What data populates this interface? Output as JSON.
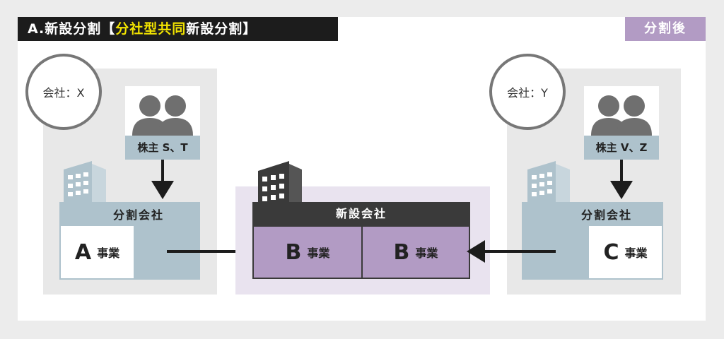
{
  "title": {
    "prefix": "A.新設分割【",
    "highlight": "分社型共同",
    "suffix": "新設分割】"
  },
  "after_badge": "分割後",
  "company_x": {
    "circle_label": "会社：X",
    "shareholders": "株主 S、T",
    "split_company": "分割会社",
    "business_letter": "A",
    "business_word": "事業"
  },
  "company_y": {
    "circle_label": "会社：Y",
    "shareholders": "株主 V、Z",
    "split_company": "分割会社",
    "business_letter": "C",
    "business_word": "事業"
  },
  "new_company": {
    "label": "新設会社",
    "business_left_letter": "B",
    "business_left_word": "事業",
    "business_right_letter": "B",
    "business_right_word": "事業"
  },
  "colors": {
    "dark": "#1c1c1c",
    "highlight": "#f2e300",
    "purple": "#b29bc4",
    "bluegray": "#aec2cc"
  }
}
